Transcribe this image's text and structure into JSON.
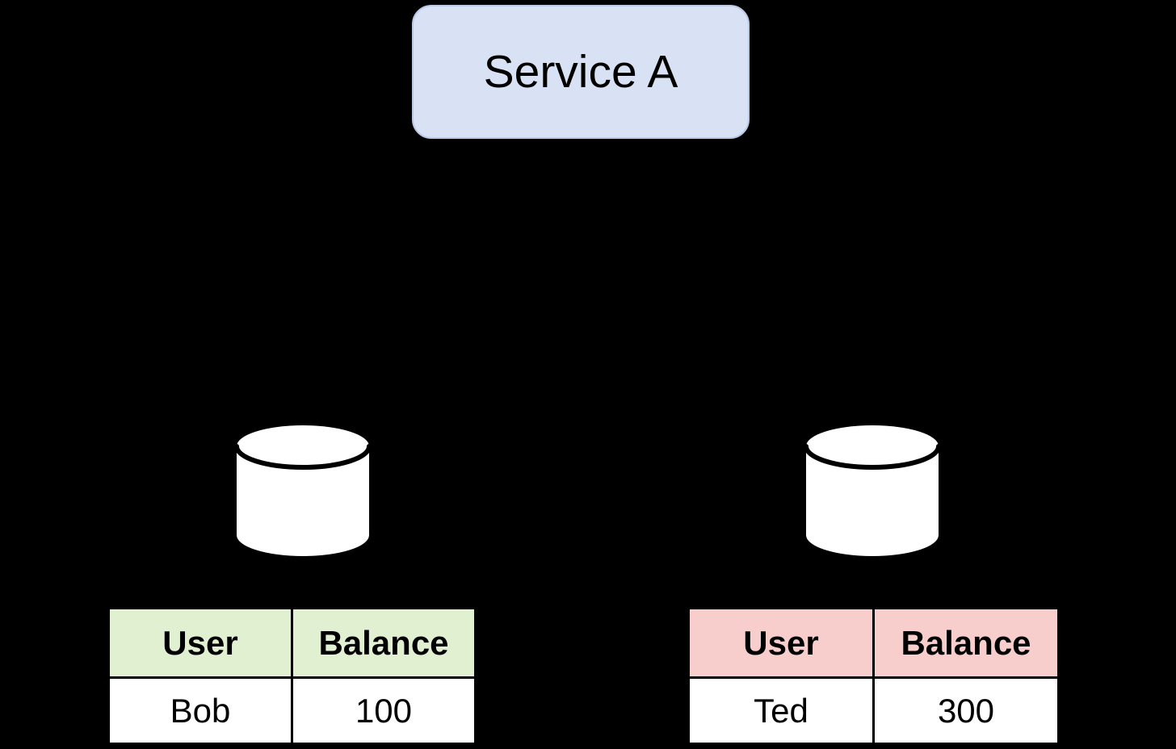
{
  "colors": {
    "background": "#000000",
    "service_fill": "#d9e2f4",
    "service_border": "#b9c9e6",
    "left_header_fill": "#e2f0d2",
    "right_header_fill": "#f8cecc",
    "cell_fill": "#ffffff",
    "table_border": "#000000",
    "text": "#000000"
  },
  "service": {
    "label": "Service A"
  },
  "databases": [
    {
      "id": "left-database",
      "icon": "database-cylinder-icon"
    },
    {
      "id": "right-database",
      "icon": "database-cylinder-icon"
    }
  ],
  "tables": [
    {
      "headers": [
        "User",
        "Balance"
      ],
      "rows": [
        [
          "Bob",
          "100"
        ]
      ]
    },
    {
      "headers": [
        "User",
        "Balance"
      ],
      "rows": [
        [
          "Ted",
          "300"
        ]
      ]
    }
  ]
}
